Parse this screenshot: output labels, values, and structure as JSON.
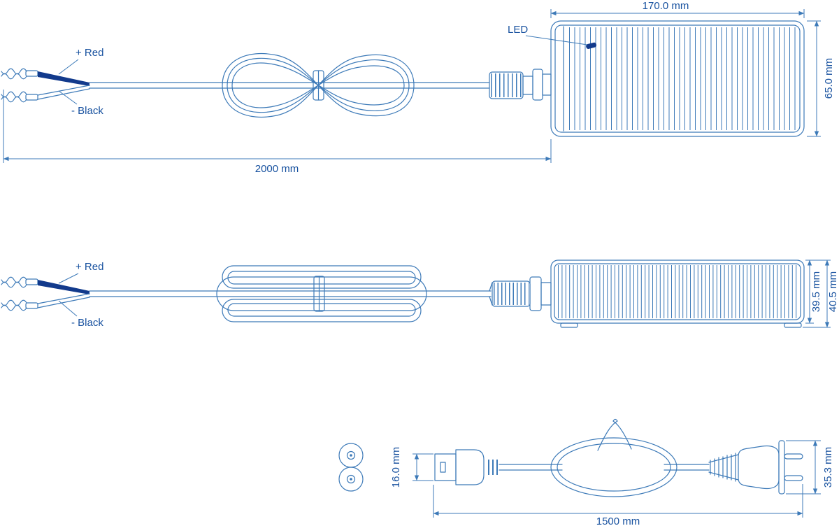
{
  "colors": {
    "line": "#3d7ab8",
    "text": "#17519f",
    "wire_fill": "#123a8c"
  },
  "top_view": {
    "wire_positive": "+ Red",
    "wire_negative": "- Black",
    "led": "LED",
    "dim_body_length": "170.0 mm",
    "dim_body_height": "65.0 mm",
    "dim_cable_length": "2000 mm"
  },
  "side_view": {
    "wire_positive": "+ Red",
    "wire_negative": "- Black",
    "dim_body_height": "39.5 mm",
    "dim_overall_height": "40.5 mm"
  },
  "cord_view": {
    "dim_connector_height": "16.0 mm",
    "dim_plug_height": "35.3 mm",
    "dim_cord_length": "1500 mm"
  }
}
